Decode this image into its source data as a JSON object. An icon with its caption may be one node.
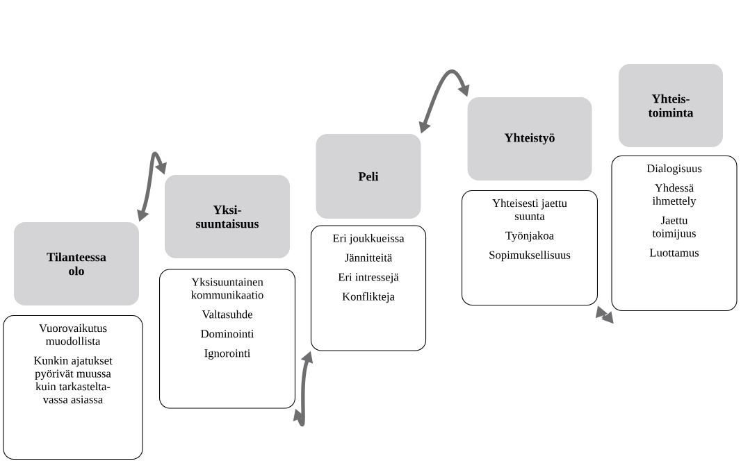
{
  "diagram": {
    "nodes": [
      {
        "text": [
          "Tilanteessa olo"
        ]
      },
      {
        "text": [
          "Vuorovaikutus muodollista",
          "Kunkin ajatukset pyörivät muussa kuin tarkastelta- vassa asiassa"
        ]
      },
      {
        "text": [
          "Yksi- suuntaisuus"
        ]
      },
      {
        "text": [
          "Yksisuuntainen kommunikaatio",
          "Valtasuhde",
          "Dominointi",
          "Ignorointi"
        ]
      },
      {
        "text": [
          "Peli"
        ]
      },
      {
        "text": [
          "Eri joukkueissa",
          "Jännitteitä",
          "Eri intressejä",
          "Konflikteja"
        ]
      },
      {
        "text": [
          "Yhteistyö"
        ]
      },
      {
        "text": [
          "Yhteisesti jaettu suunta",
          "Työnjakoa",
          "Sopimuksellisuus"
        ]
      },
      {
        "text": [
          "Yhteis- toiminta"
        ]
      },
      {
        "text": [
          "Dialogisuus",
          "Yhdessä ihmettely",
          "Jaettu toimijuus",
          "Luottamus"
        ]
      }
    ],
    "edges": [
      {
        "from": 0,
        "to": 2,
        "arrow": "both"
      },
      {
        "from": 3,
        "to": 5,
        "arrow": "both"
      },
      {
        "from": 4,
        "to": 6,
        "arrow": "both"
      },
      {
        "from": 7,
        "to": 9,
        "arrow": "both"
      }
    ]
  }
}
